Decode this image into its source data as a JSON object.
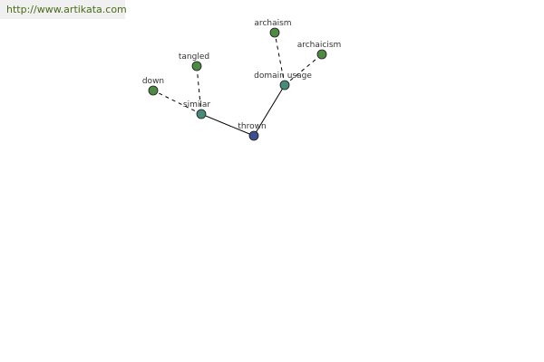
{
  "source": {
    "url_text": "http://www.artikata.com"
  },
  "colors": {
    "root_node": "#3d4f8f",
    "category_node": "#4a8a7a",
    "leaf_node": "#4f8a45",
    "edge": "#000000",
    "link_text": "#4a6a1a"
  },
  "graph": {
    "nodes": [
      {
        "id": "thrown",
        "label": "thrown",
        "kind": "root"
      },
      {
        "id": "similar",
        "label": "similar",
        "kind": "category"
      },
      {
        "id": "domain_usage",
        "label": "domain usage",
        "kind": "category"
      },
      {
        "id": "down",
        "label": "down",
        "kind": "leaf"
      },
      {
        "id": "tangled",
        "label": "tangled",
        "kind": "leaf"
      },
      {
        "id": "archaism",
        "label": "archaism",
        "kind": "leaf"
      },
      {
        "id": "archaicism",
        "label": "archaicism",
        "kind": "leaf"
      }
    ],
    "edges": [
      {
        "from": "thrown",
        "to": "similar",
        "style": "solid"
      },
      {
        "from": "thrown",
        "to": "domain_usage",
        "style": "solid"
      },
      {
        "from": "similar",
        "to": "down",
        "style": "dashed"
      },
      {
        "from": "similar",
        "to": "tangled",
        "style": "dashed"
      },
      {
        "from": "domain_usage",
        "to": "archaism",
        "style": "dashed"
      },
      {
        "from": "domain_usage",
        "to": "archaicism",
        "style": "dashed"
      }
    ]
  }
}
